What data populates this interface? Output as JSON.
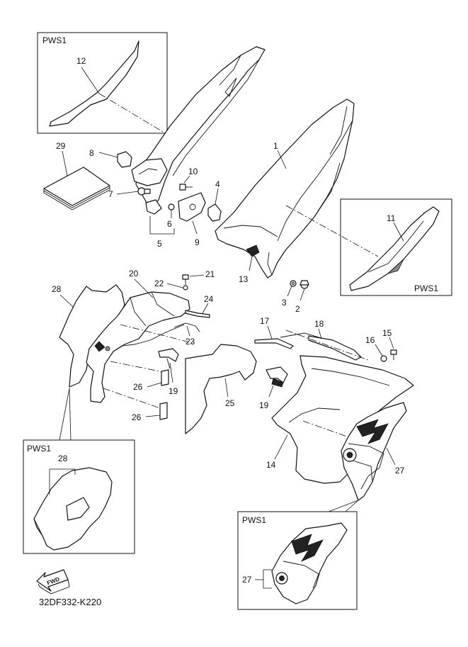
{
  "diagram_code": "32DF332-K220",
  "fwd_label": "FWD",
  "boxes": {
    "top_left": "PWS1",
    "right": "PWS1",
    "bottom_left": "PWS1",
    "bottom_right": "PWS1"
  },
  "callouts": {
    "c1": "1",
    "c2": "2",
    "c3": "3",
    "c4": "4",
    "c5": "5",
    "c6": "6",
    "c7": "7",
    "c8": "8",
    "c9": "9",
    "c10": "10",
    "c11": "11",
    "c12": "12",
    "c13": "13",
    "c14": "14",
    "c15": "15",
    "c16": "16",
    "c17": "17",
    "c18": "18",
    "c19a": "19",
    "c19b": "19",
    "c20": "20",
    "c21": "21",
    "c22": "22",
    "c23": "23",
    "c24": "24",
    "c25": "25",
    "c26a": "26",
    "c26b": "26",
    "c27a": "27",
    "c27b": "27",
    "c28a": "28",
    "c28b": "28",
    "c29": "29"
  }
}
